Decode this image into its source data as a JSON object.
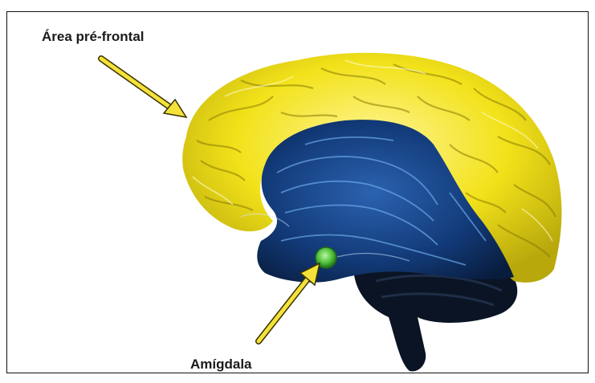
{
  "labels": {
    "prefrontal": "Área pré-frontal",
    "amygdala": "Amígdala"
  },
  "colors": {
    "cortex": "#f2e21a",
    "cortex_dark": "#a89a0a",
    "limbic": "#123a78",
    "limbic_light": "#6aa8e8",
    "cerebellum": "#0a1424",
    "amygdala": "#4fbf3a",
    "arrow": "#f4e23a",
    "frame": "#111111"
  },
  "icons": [
    "brain-illustration",
    "arrow-prefrontal",
    "arrow-amygdala"
  ]
}
